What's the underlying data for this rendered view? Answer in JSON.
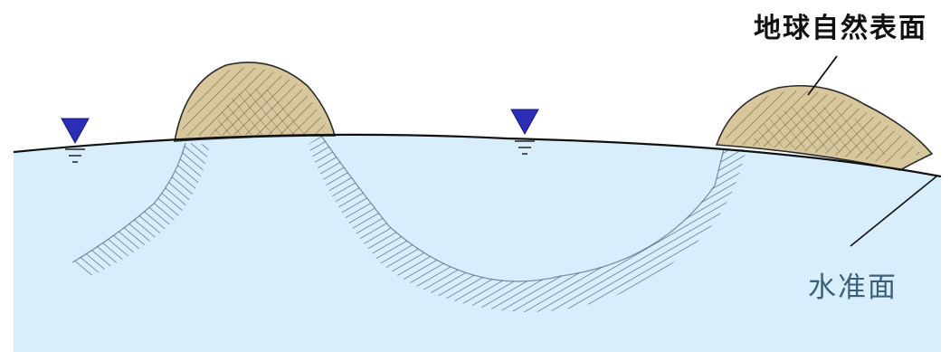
{
  "diagram": {
    "labels": {
      "natural_surface": "地球自然表面",
      "geoid": "水准面"
    },
    "symbols": [
      "water-level-marker",
      "water-level-marker"
    ],
    "colors": {
      "water": "#d8eefb",
      "land": "#d8c79c",
      "hatch": "#3e5366",
      "water_line": "#111111",
      "marker": "#2b2fb8",
      "geoid_label": "#3d5f7a"
    }
  }
}
